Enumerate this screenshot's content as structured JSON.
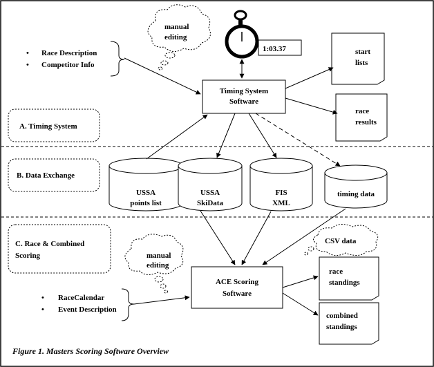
{
  "title": "Figure 1. Masters Scoring Software Overview",
  "sections": {
    "a": "A. Timing System",
    "b": "B. Data Exchange",
    "c": [
      "C. Race & Combined",
      "Scoring"
    ]
  },
  "timing_inputs": [
    "Race Description",
    "Competitor Info"
  ],
  "scoring_inputs": [
    "RaceCalendar",
    "Event Description"
  ],
  "manual_editing_top": [
    "manual",
    "editing"
  ],
  "manual_editing_bottom": [
    "manual",
    "editing"
  ],
  "csv_data": "CSV data",
  "stopwatch_time": "1:03.37",
  "timing_software": [
    "Timing System",
    "Software"
  ],
  "scoring_software": [
    "ACE Scoring",
    "Software"
  ],
  "databases": [
    [
      "USSA",
      "points list"
    ],
    [
      "USSA",
      "SkiData"
    ],
    [
      "FIS",
      "XML"
    ],
    [
      "timing data"
    ]
  ],
  "timing_outputs": [
    [
      "start",
      "lists"
    ],
    [
      "race",
      "results"
    ]
  ],
  "scoring_outputs": [
    [
      "race",
      "standings"
    ],
    [
      "combined",
      "standings"
    ]
  ],
  "colors": {
    "line": "#000000",
    "background": "#ffffff"
  }
}
